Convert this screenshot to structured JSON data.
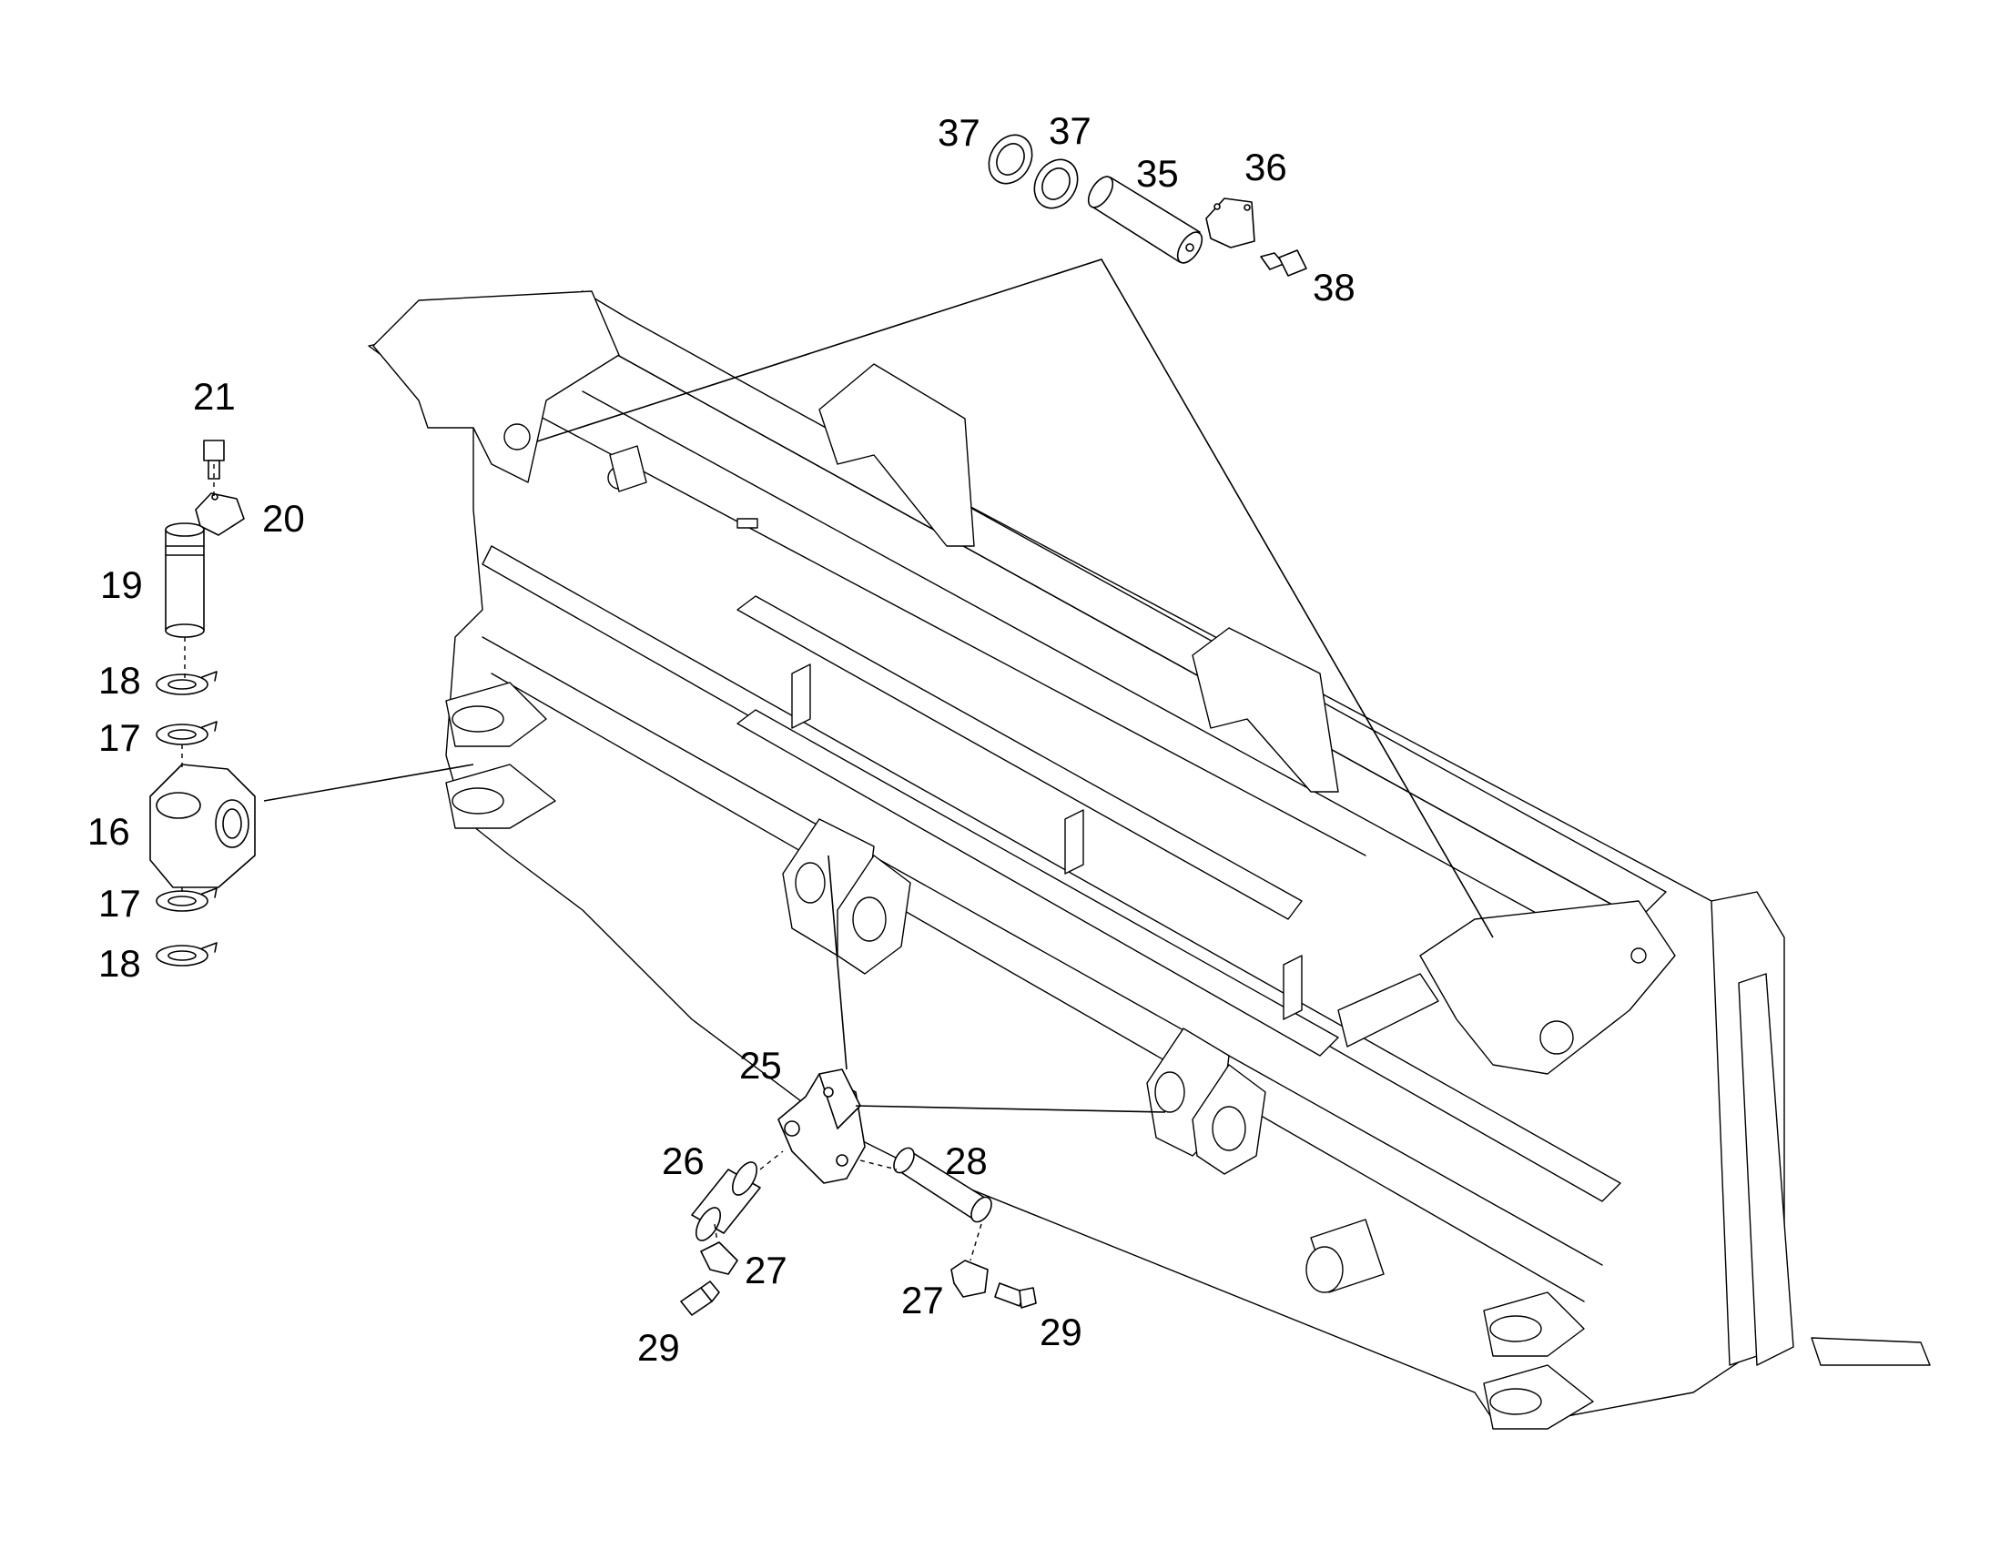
{
  "callouts": [
    "37",
    "37",
    "35",
    "36",
    "38",
    "21",
    "20",
    "19",
    "18",
    "17",
    "16",
    "17",
    "18",
    "25",
    "26",
    "28",
    "27",
    "27",
    "29",
    "29"
  ]
}
